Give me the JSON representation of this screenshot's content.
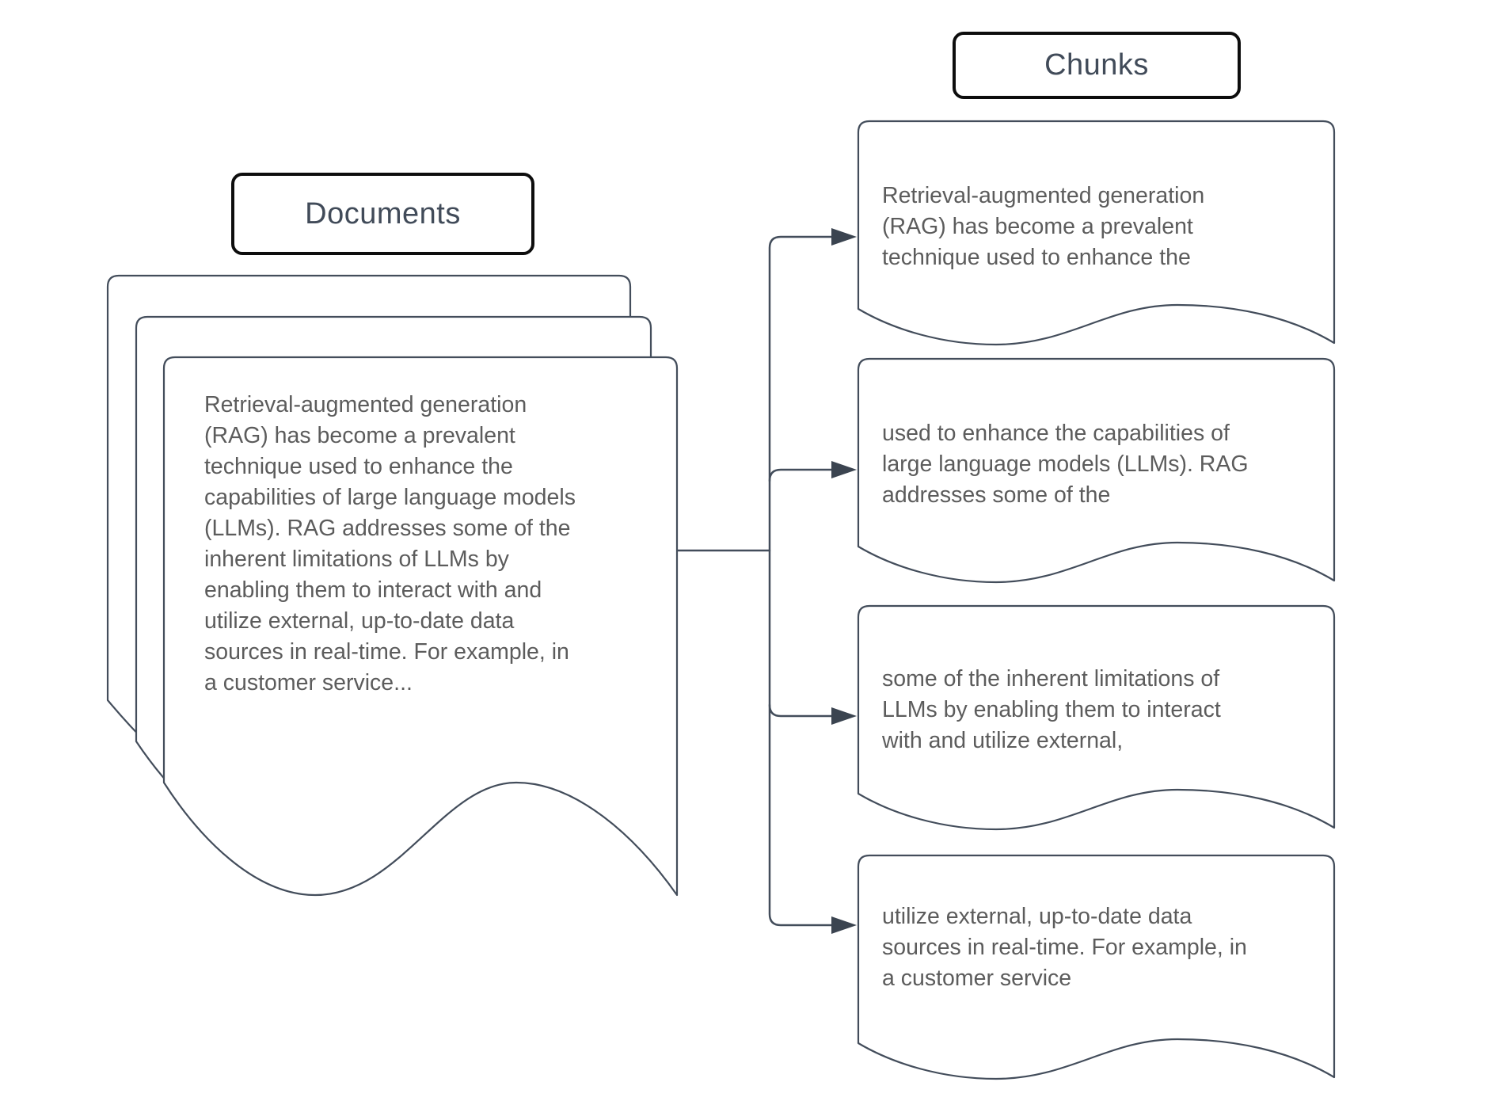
{
  "labels": {
    "documents": "Documents",
    "chunks": "Chunks"
  },
  "document": {
    "text_lines": [
      "Retrieval-augmented generation",
      "(RAG) has become a prevalent",
      "technique used to enhance the",
      "capabilities of large language models",
      "(LLMs). RAG addresses some of the",
      "inherent limitations of LLMs by",
      "enabling them to interact with and",
      "utilize external, up-to-date data",
      "sources in real-time. For example, in",
      "a customer service..."
    ]
  },
  "chunks": [
    {
      "text_lines": [
        "Retrieval-augmented generation",
        "(RAG) has become a prevalent",
        "technique used to enhance the"
      ]
    },
    {
      "text_lines": [
        "used to enhance the capabilities of",
        "large language models (LLMs). RAG",
        "addresses some of the"
      ]
    },
    {
      "text_lines": [
        "some of the inherent limitations of",
        "LLMs by enabling them to interact",
        "with and utilize external,"
      ]
    },
    {
      "text_lines": [
        "utilize external, up-to-date data",
        "sources in real-time. For example, in",
        "a customer service"
      ]
    }
  ],
  "colors": {
    "line": "#434d5b",
    "arrowhead": "#3b4450",
    "label_border": "#0d0d0d",
    "label_text": "#414b59",
    "body_text": "#5c5c5c",
    "background": "#ffffff"
  }
}
